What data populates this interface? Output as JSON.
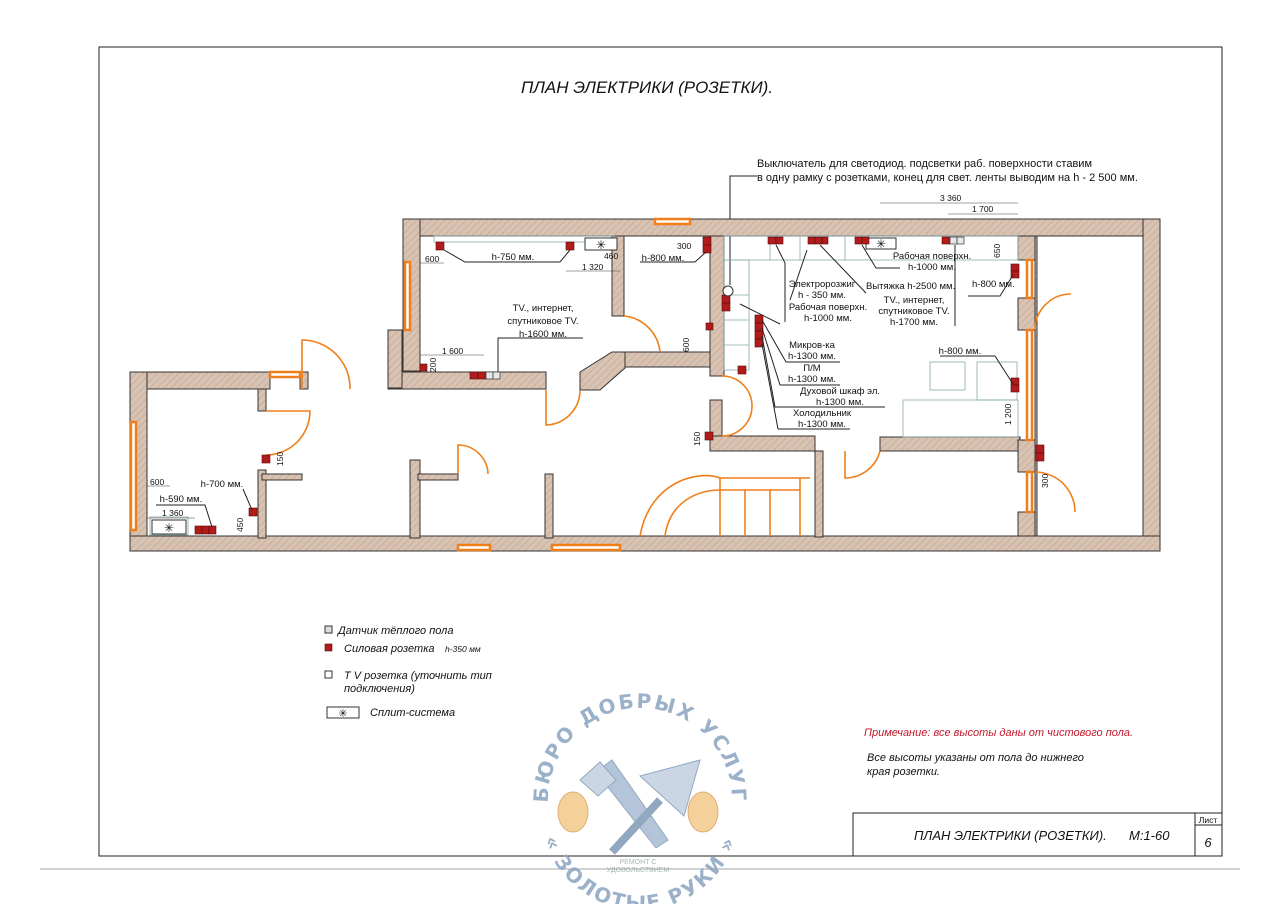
{
  "title": "ПЛАН ЭЛЕКТРИКИ (РОЗЕТКИ).",
  "top_note": {
    "line1": "Выключатель для светодиод. подсветки раб. поверхности ставим",
    "line2": "в одну рамку с розетками, конец для свет. ленты выводим на h - 2 500 мм."
  },
  "plan_labels": {
    "h750": "h-750 мм.",
    "d600a": "600",
    "d460": "460",
    "d1320": "1 320",
    "d300a": "300",
    "h800a": "h-800 мм.",
    "tv1": [
      "TV., интернет,",
      "спутниковое TV.",
      "h-1600 мм."
    ],
    "d1600": "1 600",
    "d200": "200",
    "d600b": "600",
    "d3360": "3 360",
    "d1700": "1 700",
    "work1": [
      "Рабочая поверхн.",
      "h-1000 мм."
    ],
    "d650": "650",
    "ignition": [
      "Электророзжиг",
      "h - 350 мм."
    ],
    "work2": [
      "Рабочая поверхн.",
      "h-1000 мм."
    ],
    "hood": "Вытяжка h-2500 мм.",
    "h800b": "h-800 мм.",
    "tv2": [
      "TV., интернет,",
      "спутниковое TV.",
      "h-1700 мм."
    ],
    "microwave": [
      "Микров-ка",
      "h-1300 мм."
    ],
    "dishwasher": [
      "П/М",
      "h-1300 мм."
    ],
    "oven": [
      "Духовой шкаф эл.",
      "h-1300 мм."
    ],
    "fridge": [
      "Холодильник",
      "h-1300 мм."
    ],
    "h800c": "h-800 мм.",
    "d1200": "1 200",
    "d600c": "600",
    "h700": "h-700 мм.",
    "h590": "h-590 мм.",
    "d1360": "1 360",
    "d450": "450",
    "d150a": "150",
    "d150b": "150",
    "d300b": "300"
  },
  "legend": [
    {
      "icon": "floor-heating-sensor-icon",
      "label": "Датчик тёплого пола"
    },
    {
      "icon": "power-socket-icon",
      "label": "Силовая розетка",
      "sub": "h-350  мм"
    },
    {
      "icon": "tv-socket-icon",
      "label": "T V  розетка (уточнить тип",
      "label2": "подключения)"
    },
    {
      "icon": "split-system-icon",
      "label": "Сплит-система"
    }
  ],
  "notes": {
    "red": "Примечание: все высоты даны от чистового пола.",
    "black1": "Все высоты указаны от пола до нижнего",
    "black2": " края розетки."
  },
  "title_block": {
    "name": "ПЛАН ЭЛЕКТРИКИ (РОЗЕТКИ).",
    "scale": "М:1-60",
    "sheet_label": "Лист",
    "sheet_number": "6"
  },
  "watermark": {
    "top": "БЮРО ДОБРЫХ УСЛУГ",
    "bottom": "« ЗОЛОТЫЕ РУКИ »",
    "center1": "РЕМОНТ С",
    "center2": "УДОВОЛЬСТВИЕМ"
  },
  "colors": {
    "socket": "#b01c1c",
    "window": "#f07f1a",
    "note": "#c0182a",
    "wall": "#d8c2b2"
  }
}
